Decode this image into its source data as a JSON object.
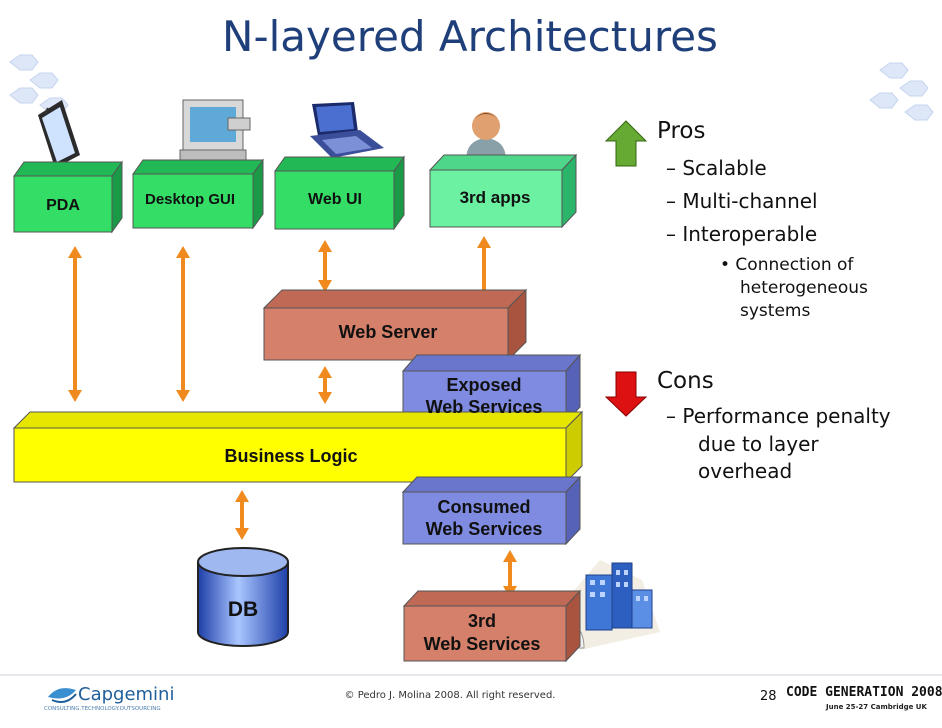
{
  "slide": {
    "title": "N-layered Architectures",
    "page_number": "28",
    "copyright": "© Pedro J. Molina 2008. All right reserved."
  },
  "diagram": {
    "clients": {
      "pda": "PDA",
      "desktop_gui": "Desktop GUI",
      "web_ui": "Web UI",
      "third_apps": "3rd apps"
    },
    "web_server": "Web Server",
    "exposed_ws": [
      "Exposed",
      "Web Services"
    ],
    "business_logic": "Business Logic",
    "consumed_ws": [
      "Consumed",
      "Web Services"
    ],
    "third_ws": [
      "3rd",
      "Web Services"
    ],
    "db": "DB"
  },
  "pros": {
    "heading": "Pros",
    "items": [
      "– Scalable",
      "– Multi-channel",
      "– Interoperable"
    ],
    "sub_items": [
      "• Connection of",
      "heterogeneous",
      "systems"
    ]
  },
  "cons": {
    "heading": "Cons",
    "items": [
      "– Performance penalty",
      "due to layer",
      "overhead"
    ]
  },
  "logos": {
    "capgemini": "Capgemini",
    "capgemini_tagline": "CONSULTING.TECHNOLOGY.OUTSOURCING",
    "conference": "CODE GENERATION 2008",
    "conference_dates": "June 25-27 Cambridge UK"
  },
  "colors": {
    "title": "#1f3f7a",
    "client_box": "#33dd66",
    "web_server": "#d4806a",
    "web_services": "#7f8be0",
    "business_logic": "#ffff00",
    "arrows": "#f08a1e",
    "pros_arrow": "#66aa33",
    "cons_arrow": "#dd1111"
  }
}
